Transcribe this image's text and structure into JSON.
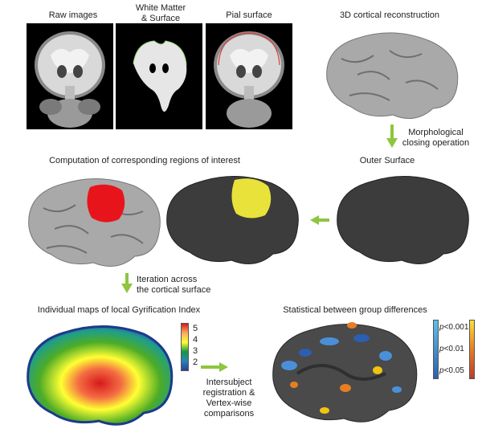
{
  "labels": {
    "raw_images": "Raw images",
    "white_matter_line1": "White Matter",
    "white_matter_line2": "& Surface",
    "pial_surface": "Pial surface",
    "reconstruction_3d": "3D cortical reconstruction",
    "morph_line1": "Morphological",
    "morph_line2": "closing operation",
    "corresponding_regions": "Computation of corresponding regions of interest",
    "outer_surface": "Outer Surface",
    "iteration_line1": "Iteration across",
    "iteration_line2": "the cortical surface",
    "individual_maps": "Individual maps of local Gyrification Index",
    "statistical": "Statistical between group differences",
    "intersubject_line1": "Intersubject",
    "intersubject_line2": "registration &",
    "intersubject_line3": "Vertex-wise",
    "intersubject_line4": "comparisons"
  },
  "gi_colorbar": {
    "ticks": [
      "5",
      "4",
      "3",
      "2"
    ],
    "colors": [
      "#d7191c",
      "#fdae61",
      "#ffff33",
      "#1a9641",
      "#2b83ba",
      "#2c3e91"
    ]
  },
  "p_colorbar": {
    "ticks": [
      {
        "prefix": "p",
        "text": "<0.001"
      },
      {
        "prefix": "p",
        "text": "<0.01"
      },
      {
        "prefix": "p",
        "text": "<0.05"
      }
    ]
  },
  "colors": {
    "arrow": "#8dc63f",
    "brain_gray": "#a9a9a9",
    "brain_dark": "#3c3c3c",
    "roi_red": "#e8141c",
    "roi_yellow": "#e8e23a"
  }
}
